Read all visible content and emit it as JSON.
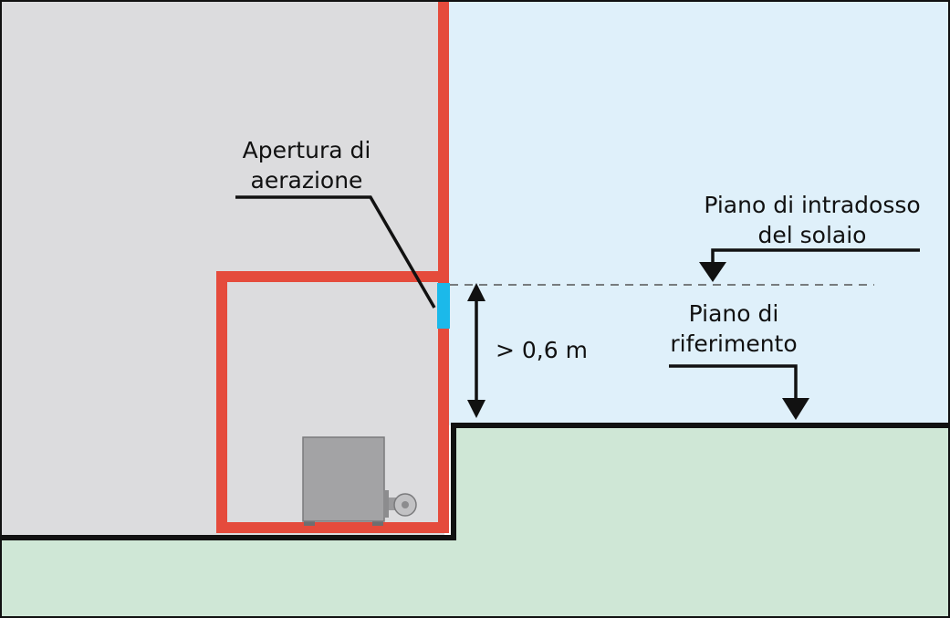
{
  "labels": {
    "vent_opening": {
      "line1": "Apertura di",
      "line2": "aerazione"
    },
    "ceiling_plane": {
      "line1": "Piano di intradosso",
      "line2": "del solaio"
    },
    "reference_plane": {
      "line1": "Piano di",
      "line2": "riferimento"
    },
    "height_dimension": "> 0,6 m"
  },
  "colors": {
    "building_fill": "#dcdcde",
    "sky_fill": "#dff0fa",
    "ground_fill": "#cfe7d6",
    "wall_outline": "#e54b3c",
    "vent_opening": "#1bb9ea",
    "lines": "#111111",
    "dashed_line": "#555555",
    "boiler_body": "#a3a3a5",
    "boiler_edge": "#6e6e70"
  }
}
